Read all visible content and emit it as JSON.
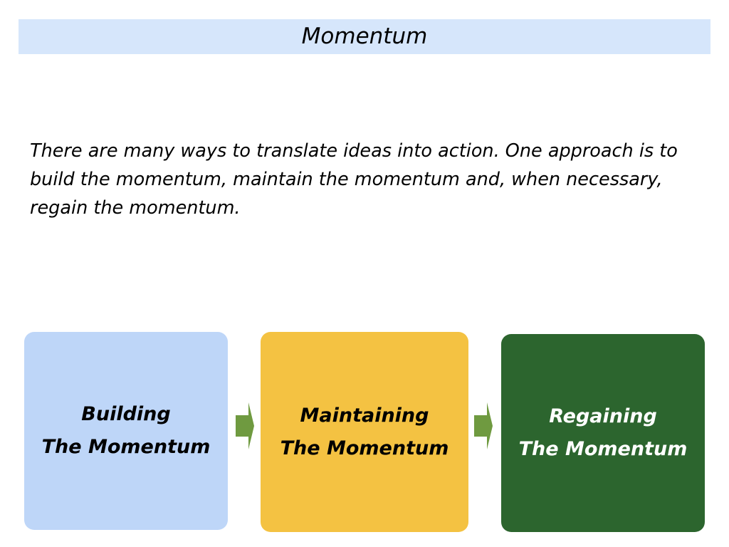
{
  "header": {
    "title": "Momentum"
  },
  "intro": {
    "text": "There are many ways to translate ideas into action. One approach is to build the momentum, maintain the momentum and, when necessary, regain the momentum."
  },
  "steps": [
    {
      "line1": "Building",
      "line2": "The Momentum",
      "color": "#bed6f8",
      "text_color": "#000000"
    },
    {
      "line1": "Maintaining",
      "line2": "The Momentum",
      "color": "#f4c242",
      "text_color": "#000000"
    },
    {
      "line1": "Regaining",
      "line2": "The Momentum",
      "color": "#2c652e",
      "text_color": "#ffffff"
    }
  ],
  "arrow_color": "#6f9a40",
  "arrow_icon": "arrow-right-icon"
}
